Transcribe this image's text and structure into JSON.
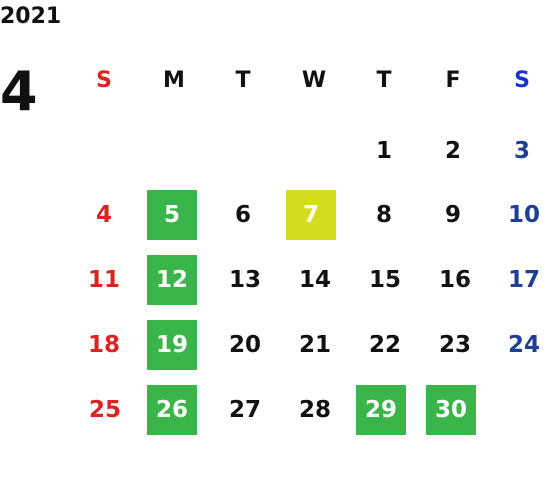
{
  "year": "2021",
  "month": "4",
  "weekdays": [
    "S",
    "M",
    "T",
    "W",
    "T",
    "F",
    "S"
  ],
  "weeks": [
    [
      "",
      "",
      "",
      "",
      "1",
      "2",
      "3"
    ],
    [
      "4",
      "5",
      "6",
      "7",
      "8",
      "9",
      "10"
    ],
    [
      "11",
      "12",
      "13",
      "14",
      "15",
      "16",
      "17"
    ],
    [
      "18",
      "19",
      "20",
      "21",
      "22",
      "23",
      "24"
    ],
    [
      "25",
      "26",
      "27",
      "28",
      "29",
      "30",
      ""
    ]
  ],
  "colors": {
    "sunday": "#dd2222",
    "saturday": "#1e3f94",
    "highlight_green": "#3ab54a",
    "highlight_yellow": "#d4dc1e"
  },
  "highlights": {
    "green": [
      "5",
      "12",
      "19",
      "26",
      "29",
      "30"
    ],
    "yellow": [
      "7"
    ]
  }
}
